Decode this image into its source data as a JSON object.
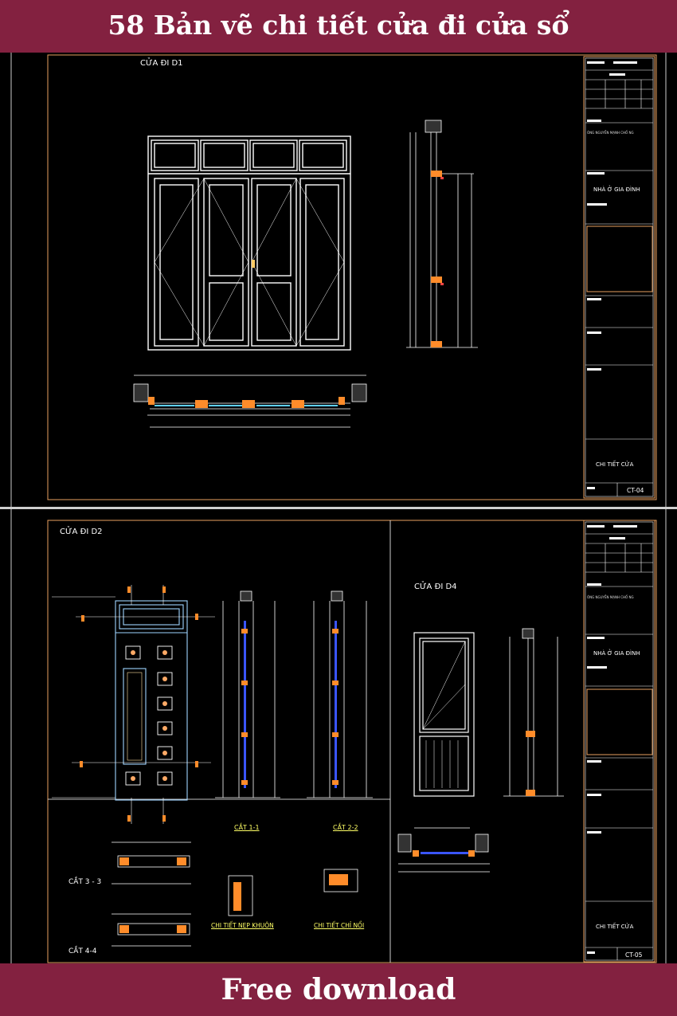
{
  "banner_title": "58 Bản vẽ chi tiết cửa đi cửa sổ",
  "banner_footer": "Free download",
  "sheet1": {
    "drawing_title": "CỬA ĐI D1",
    "title_block": {
      "owner": "ÔNG NGUYỄN MẠNH CHỐ NG",
      "project": "NHÀ Ở GIA ĐÌNH",
      "sheet_name": "CHI TIẾT CỬA",
      "sheet_code": "CT-04"
    }
  },
  "sheet2": {
    "drawing_title_d2": "CỬA ĐI D2",
    "drawing_title_d4": "CỬA ĐI D4",
    "section_labels": {
      "cut11": "CẮT 1-1",
      "cut22": "CẮT 2-2",
      "cut33": "CẮT 3 - 3",
      "cut44": "CẮT 4-4",
      "detail_frame": "CHI TIẾT NẸP KHUÔN",
      "detail_joint": "CHI TIẾT CHỈ NỔI"
    },
    "title_block": {
      "owner": "ÔNG NGUYỄN MẠNH CHỐ NG",
      "project": "NHÀ Ở GIA ĐÌNH",
      "sheet_name": "CHI TIẾT CỬA",
      "sheet_code": "CT-05"
    }
  },
  "colors": {
    "banner": "#832140",
    "sheet": "#000000",
    "border": "#e8a060",
    "accent_blue": "#3a55ff",
    "accent_cyan": "#5fd0ff"
  }
}
